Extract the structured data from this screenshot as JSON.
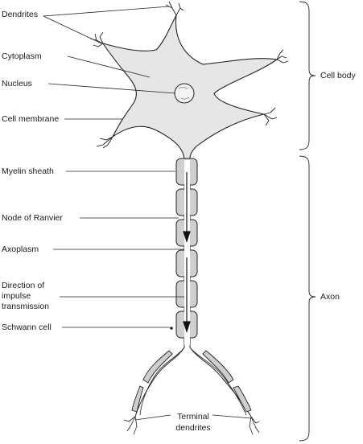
{
  "labels": {
    "dendrites": "Dendrites",
    "cytoplasm": "Cytoplasm",
    "nucleus": "Nucleus",
    "cell_membrane": "Cell membrane",
    "myelin_sheath": "Myelin sheath",
    "node_of_ranvier": "Node of Ranvier",
    "axoplasm": "Axoplasm",
    "direction_line1": "Direction of",
    "direction_line2": "impulse",
    "direction_line3": "transmission",
    "schwann_cell": "Schwann cell",
    "terminal_line1": "Terminal",
    "terminal_line2": "dendrites",
    "cell_body": "Cell body",
    "axon": "Axon"
  },
  "colors": {
    "fill": "#e6e6e6",
    "myelin": "#cfcfcf",
    "stroke": "#222222"
  }
}
